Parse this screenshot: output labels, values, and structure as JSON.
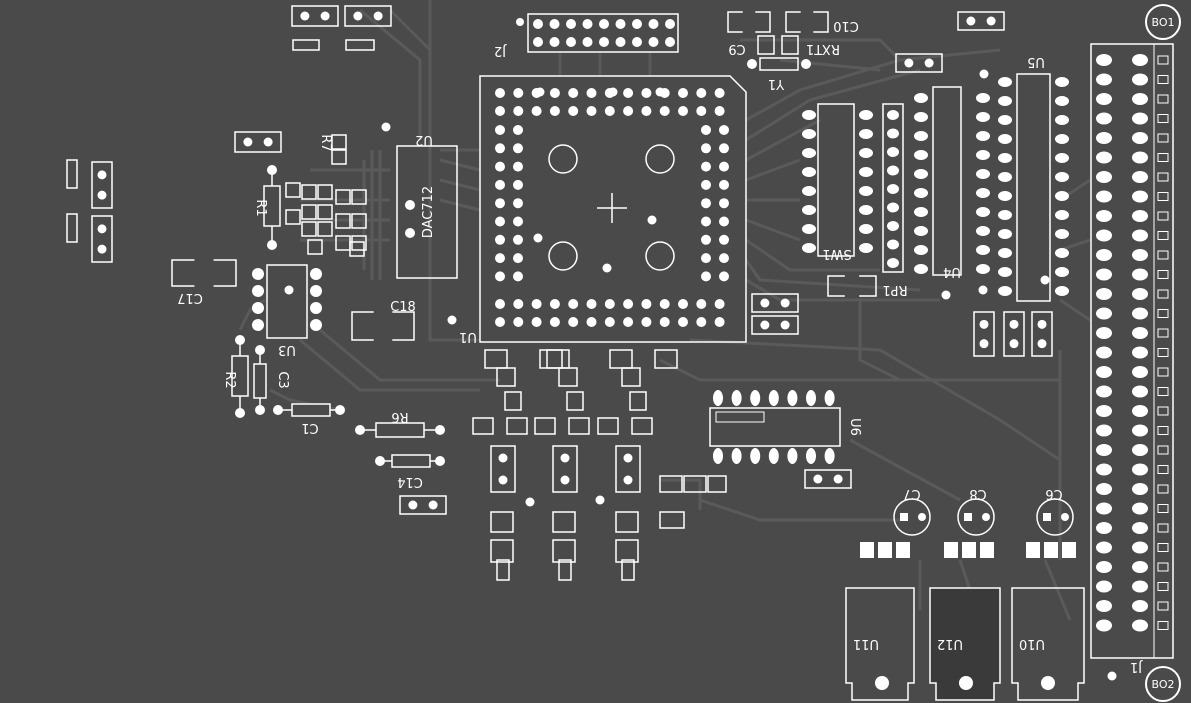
{
  "board": {
    "background": "#4a4a4a",
    "trace_color": "#5c5c5c",
    "silk_color": "#ffffff",
    "copper_color": "#ffffff"
  },
  "labels": {
    "j2": "J2",
    "c9": "C9",
    "c10": "C10",
    "rxt1": "RXT1",
    "y1": "Y1",
    "u5": "U5",
    "u2": "U2",
    "dac712": "DAC712",
    "r1": "R1",
    "r7": "R7",
    "c17": "C17",
    "u3": "U3",
    "c18": "C18",
    "u1": "U1",
    "r2": "R2",
    "c3": "C3",
    "c1": "C1",
    "r6": "R6",
    "c14": "C14",
    "sw1": "SW1",
    "rp1": "RP1",
    "u4": "U4",
    "u6": "U6",
    "c7": "C7",
    "c8": "C8",
    "c6": "C6",
    "u11": "U11",
    "u12": "U12",
    "u10": "U10",
    "j1": "J1",
    "bo1": "BO1",
    "bo2": "BO2"
  }
}
